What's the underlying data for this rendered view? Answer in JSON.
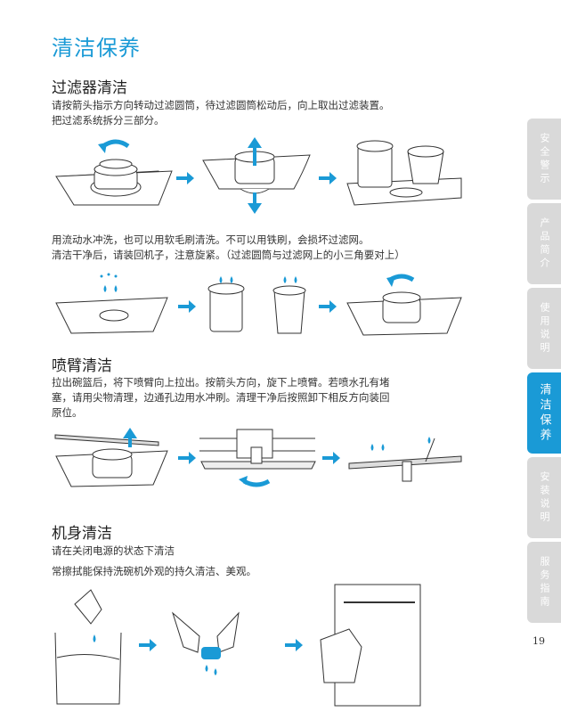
{
  "page": {
    "title": "清洁保养",
    "number": "19"
  },
  "filter": {
    "heading": "过滤器清洁",
    "p1": "请按箭头指示方向转动过滤圆筒，待过滤圆筒松动后，向上取出过滤装置。",
    "p2": "把过滤系统拆分三部分。",
    "p3": "用流动水冲洗，也可以用软毛刷清洗。不可以用铁刷，会损坏过滤网。",
    "p4": "清洁干净后，请装回机子，注意旋紧。（过滤圆筒与过滤网上的小三角要对上）"
  },
  "spray": {
    "heading": "喷臂清洁",
    "p1": "拉出碗篮后，将下喷臂向上拉出。按箭头方向，旋下上喷臂。若喷水孔有堵",
    "p2": "塞，请用尖物清理，边通孔边用水冲刷。清理干净后按照卸下相反方向装回",
    "p3": "原位。"
  },
  "body_clean": {
    "heading": "机身清洁",
    "p1": "请在关闭电源的状态下清洁",
    "p2": "常擦拭能保持洗碗机外观的持久清洁、美观。"
  },
  "tabs": [
    {
      "label": "安全警示",
      "active": false
    },
    {
      "label": "产品简介",
      "active": false
    },
    {
      "label": "使用说明",
      "active": false
    },
    {
      "label": "清洁保养",
      "active": true
    },
    {
      "label": "安装说明",
      "active": false
    },
    {
      "label": "服务指南",
      "active": false
    }
  ],
  "colors": {
    "accent": "#1a9ad6",
    "tab_inactive": "#d9d9d9"
  }
}
